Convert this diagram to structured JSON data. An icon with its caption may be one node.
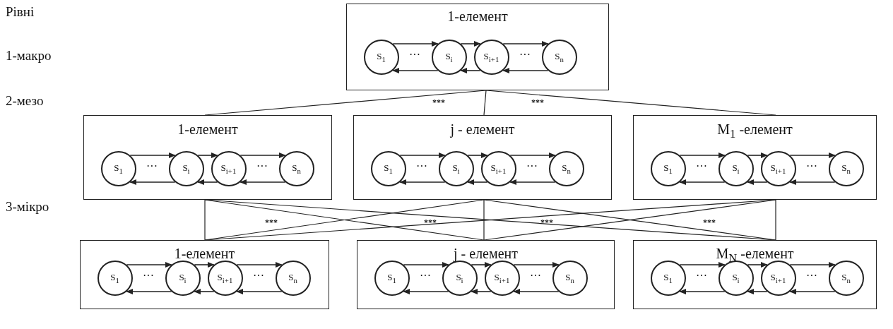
{
  "diagram": {
    "nodes": [
      {
        "text": [
          "1-елемент"
        ]
      },
      {
        "text": [
          "S$_{1}$"
        ],
        "in": 0
      },
      {
        "text": [
          "S$_{i}$"
        ],
        "in": 0
      },
      {
        "text": [
          "S$_{i+1}$"
        ],
        "in": 0
      },
      {
        "text": [
          "S$_{n}$"
        ],
        "in": 0
      },
      {
        "text": [
          "1-елемент"
        ]
      },
      {
        "text": [
          "S$_{1}$"
        ],
        "in": 5
      },
      {
        "text": [
          "S$_{i}$"
        ],
        "in": 5
      },
      {
        "text": [
          "S$_{i+1}$"
        ],
        "in": 5
      },
      {
        "text": [
          "S$_{n}$"
        ],
        "in": 5
      },
      {
        "text": [
          "j - елемент"
        ]
      },
      {
        "text": [
          "S$_{1}$"
        ],
        "in": 10
      },
      {
        "text": [
          "S$_{i}$"
        ],
        "in": 10
      },
      {
        "text": [
          "S$_{i+1}$"
        ],
        "in": 10
      },
      {
        "text": [
          "S$_{n}$"
        ],
        "in": 10
      },
      {
        "text": [
          "M$_{1}$ -елемент"
        ]
      },
      {
        "text": [
          "S$_{1}$"
        ],
        "in": 15
      },
      {
        "text": [
          "S$_{i}$"
        ],
        "in": 15
      },
      {
        "text": [
          "S$_{i+1}$"
        ],
        "in": 15
      },
      {
        "text": [
          "S$_{n}$"
        ],
        "in": 15
      },
      {
        "text": [
          "1-елемент"
        ]
      },
      {
        "text": [
          "S$_{1}$"
        ],
        "in": 20
      },
      {
        "text": [
          "S$_{i}$"
        ],
        "in": 20
      },
      {
        "text": [
          "S$_{i+1}$"
        ],
        "in": 20
      },
      {
        "text": [
          "S$_{n}$"
        ],
        "in": 20
      },
      {
        "text": [
          "j - елемент"
        ]
      },
      {
        "text": [
          "S$_{1}$"
        ],
        "in": 25
      },
      {
        "text": [
          "S$_{i}$"
        ],
        "in": 25
      },
      {
        "text": [
          "S$_{i+1}$"
        ],
        "in": 25
      },
      {
        "text": [
          "S$_{n}$"
        ],
        "in": 25
      },
      {
        "text": [
          "M$_{N}$ -елемент"
        ]
      },
      {
        "text": [
          "S$_{1}$"
        ],
        "in": 30
      },
      {
        "text": [
          "S$_{i}$"
        ],
        "in": 30
      },
      {
        "text": [
          "S$_{i+1}$"
        ],
        "in": 30
      },
      {
        "text": [
          "S$_{n}$"
        ],
        "in": 30
      }
    ],
    "edges": [
      {
        "from": 1,
        "to": 2,
        "arrow": "to"
      },
      {
        "from": 2,
        "to": 3,
        "arrow": "to"
      },
      {
        "from": 3,
        "to": 4,
        "arrow": "to"
      },
      {
        "from": 2,
        "to": 1,
        "arrow": "to"
      },
      {
        "from": 3,
        "to": 2,
        "arrow": "to"
      },
      {
        "from": 4,
        "to": 3,
        "arrow": "to"
      },
      {
        "from": 6,
        "to": 7,
        "arrow": "to"
      },
      {
        "from": 7,
        "to": 8,
        "arrow": "to"
      },
      {
        "from": 8,
        "to": 9,
        "arrow": "to"
      },
      {
        "from": 7,
        "to": 6,
        "arrow": "to"
      },
      {
        "from": 8,
        "to": 7,
        "arrow": "to"
      },
      {
        "from": 9,
        "to": 8,
        "arrow": "to"
      },
      {
        "from": 11,
        "to": 12,
        "arrow": "to"
      },
      {
        "from": 12,
        "to": 13,
        "arrow": "to"
      },
      {
        "from": 13,
        "to": 14,
        "arrow": "to"
      },
      {
        "from": 12,
        "to": 11,
        "arrow": "to"
      },
      {
        "from": 13,
        "to": 12,
        "arrow": "to"
      },
      {
        "from": 14,
        "to": 13,
        "arrow": "to"
      },
      {
        "from": 16,
        "to": 17,
        "arrow": "to"
      },
      {
        "from": 17,
        "to": 18,
        "arrow": "to"
      },
      {
        "from": 18,
        "to": 19,
        "arrow": "to"
      },
      {
        "from": 17,
        "to": 16,
        "arrow": "to"
      },
      {
        "from": 18,
        "to": 17,
        "arrow": "to"
      },
      {
        "from": 19,
        "to": 18,
        "arrow": "to"
      },
      {
        "from": 21,
        "to": 22,
        "arrow": "to"
      },
      {
        "from": 22,
        "to": 23,
        "arrow": "to"
      },
      {
        "from": 23,
        "to": 24,
        "arrow": "to"
      },
      {
        "from": 22,
        "to": 21,
        "arrow": "to"
      },
      {
        "from": 23,
        "to": 22,
        "arrow": "to"
      },
      {
        "from": 24,
        "to": 23,
        "arrow": "to"
      },
      {
        "from": 26,
        "to": 27,
        "arrow": "to"
      },
      {
        "from": 27,
        "to": 28,
        "arrow": "to"
      },
      {
        "from": 28,
        "to": 29,
        "arrow": "to"
      },
      {
        "from": 27,
        "to": 26,
        "arrow": "to"
      },
      {
        "from": 28,
        "to": 27,
        "arrow": "to"
      },
      {
        "from": 29,
        "to": 28,
        "arrow": "to"
      },
      {
        "from": 31,
        "to": 32,
        "arrow": "to"
      },
      {
        "from": 32,
        "to": 33,
        "arrow": "to"
      },
      {
        "from": 33,
        "to": 34,
        "arrow": "to"
      },
      {
        "from": 32,
        "to": 31,
        "arrow": "to"
      },
      {
        "from": 33,
        "to": 32,
        "arrow": "to"
      },
      {
        "from": 34,
        "to": 33,
        "arrow": "to"
      },
      {
        "from": 0,
        "to": 5,
        "arrow": "none"
      },
      {
        "from": 0,
        "to": 10,
        "arrow": "none"
      },
      {
        "from": 0,
        "to": 15,
        "arrow": "none"
      },
      {
        "from": 5,
        "to": 20,
        "arrow": "none"
      },
      {
        "from": 5,
        "to": 25,
        "arrow": "none"
      },
      {
        "from": 5,
        "to": 30,
        "arrow": "none"
      },
      {
        "from": 10,
        "to": 20,
        "arrow": "none"
      },
      {
        "from": 10,
        "to": 25,
        "arrow": "none"
      },
      {
        "from": 10,
        "to": 30,
        "arrow": "none"
      },
      {
        "from": 15,
        "to": 20,
        "arrow": "none"
      },
      {
        "from": 15,
        "to": 25,
        "arrow": "none"
      },
      {
        "from": 15,
        "to": 30,
        "arrow": "none"
      }
    ],
    "labels": [
      "Рівні",
      "1-макро",
      "···",
      "···",
      "2-мезо",
      "***",
      "***",
      "···",
      "···",
      "···",
      "···",
      "···",
      "···",
      "3-мікро",
      "***",
      "***",
      "***",
      "***",
      "···",
      "···",
      "···",
      "···",
      "···",
      "···"
    ]
  }
}
